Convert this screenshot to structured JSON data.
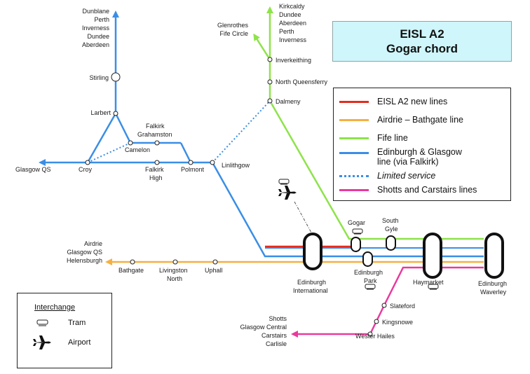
{
  "title": {
    "line1": "EISL A2",
    "line2": "Gogar chord"
  },
  "colors": {
    "eisl": "#e52b1e",
    "airdrie": "#f5b041",
    "fife": "#8ee34a",
    "edinburgh_glasgow": "#3a8ee6",
    "shotts": "#e93a9c"
  },
  "legend": {
    "items": [
      {
        "label": "EISL A2 new lines",
        "color": "#e52b1e",
        "style": "solid"
      },
      {
        "label": "Airdrie – Bathgate line",
        "color": "#f5b041",
        "style": "solid"
      },
      {
        "label": "Fife line",
        "color": "#8ee34a",
        "style": "solid"
      },
      {
        "label": "Edinburgh & Glasgow",
        "label2": "line (via Falkirk)",
        "color": "#3a8ee6",
        "style": "solid"
      },
      {
        "label": "Limited service",
        "color": "#3a8ee6",
        "style": "dotted"
      },
      {
        "label": "Shotts and Carstairs lines",
        "color": "#e93a9c",
        "style": "solid"
      }
    ]
  },
  "interchange": {
    "title": "Interchange",
    "tram": "Tram",
    "airport": "Airport",
    "tram_icon": "tram-icon",
    "airport_icon": "airplane-icon"
  },
  "destinations": {
    "north": [
      "Dunblane",
      "Perth",
      "Inverness",
      "Dundee",
      "Aberdeen"
    ],
    "fife_north": [
      "Kirkcaldy",
      "Dundee",
      "Aberdeen",
      "Perth",
      "Inverness"
    ],
    "fife_circle": [
      "Glenrothes",
      "Fife Circle"
    ],
    "west": "Glasgow QS",
    "airdrie": [
      "Airdrie",
      "Glasgow QS",
      "Helensburgh"
    ],
    "shotts": [
      "Shotts",
      "Glasgow Central",
      "Carstairs",
      "Carlisle"
    ]
  },
  "stations": {
    "stirling": "Stirling",
    "larbert": "Larbert",
    "falkirk_grahamston": [
      "Falkirk",
      "Grahamston"
    ],
    "camelon": "Camelon",
    "croy": "Croy",
    "falkirk_high": [
      "Falkirk",
      "High"
    ],
    "polmont": "Polmont",
    "linlithgow": "Linlithgow",
    "inverkeithing": "Inverkeithing",
    "north_queensferry": "North Queensferry",
    "dalmeny": "Dalmeny",
    "gogar": "Gogar",
    "south_gyle": [
      "South",
      "Gyle"
    ],
    "edinburgh_park": [
      "Edinburgh",
      "Park"
    ],
    "edinburgh_international": [
      "Edinburgh",
      "International"
    ],
    "haymarket": "Haymarket",
    "edinburgh_waverley": [
      "Edinburgh",
      "Waverley"
    ],
    "bathgate": "Bathgate",
    "livingston_north": [
      "Livingston",
      "North"
    ],
    "uphall": "Uphall",
    "slateford": "Slateford",
    "kingsknowe": "Kingsnowe",
    "wester_hailes": "Wester Hailes"
  }
}
